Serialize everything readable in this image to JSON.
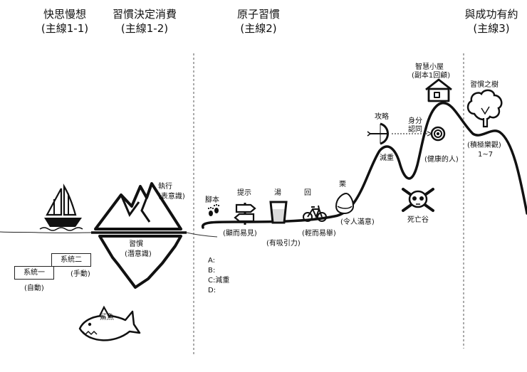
{
  "headers": {
    "h1_title": "快思慢想",
    "h1_sub": "(主線1-1)",
    "h2_title": "習慣決定消費",
    "h2_sub": "(主線1-2)",
    "h3_title": "原子習慣",
    "h3_sub": "(主線2)",
    "h4_title": "與成功有約",
    "h4_sub": "(主線3)"
  },
  "systems": {
    "system1": "系統一",
    "system1_note": "(自動)",
    "system2": "系統二",
    "system2_note": "(手動)"
  },
  "iceberg": {
    "above": "執行",
    "above_note": "(表意識)",
    "below": "習慣",
    "below_note": "(潛意識)"
  },
  "shark_label": "鯊魚",
  "atomic": {
    "cue": "腳本",
    "sign": "提示",
    "soup": "湯",
    "loop": "回",
    "chestnut": "栗",
    "obvious": "(顯而易見)",
    "attractive": "(有吸引力)",
    "easy": "(輕而易舉)",
    "satisfying": "(令人滿意)"
  },
  "list": [
    "A:",
    "B:",
    "C:減重",
    "D:"
  ],
  "mountain": {
    "attack": "攻略",
    "weight_loss": "減重",
    "identity_1": "身分",
    "identity_2": "認同",
    "healthy": "(健康的人)",
    "death_valley": "死亡谷",
    "cabin": "智慧小屋",
    "cabin_note": "(副本1回顧)"
  },
  "tree": {
    "label": "習慣之樹",
    "note": "(積極樂觀)",
    "range": "1~7"
  }
}
